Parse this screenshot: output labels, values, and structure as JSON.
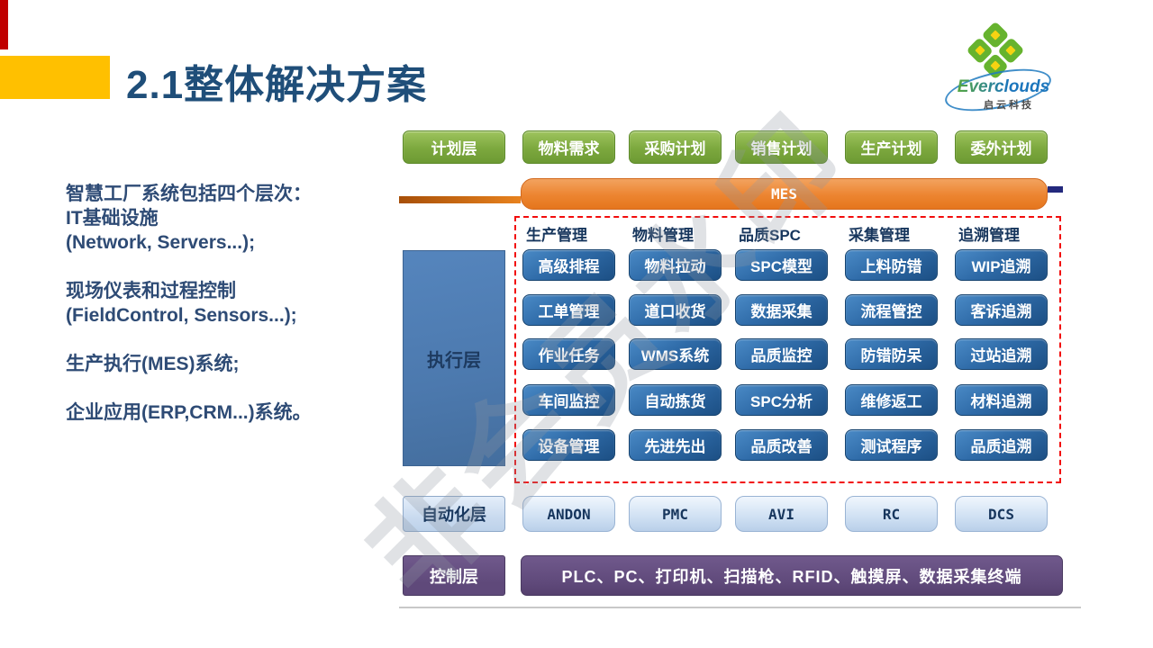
{
  "title": "2.1整体解决方案",
  "logo": {
    "brand": "Everclouds",
    "subtitle": "启云科技"
  },
  "intro": {
    "lines": [
      "智慧工厂系统包括四个层次：",
      "IT基础设施",
      "(Network, Servers...);",
      "",
      "现场仪表和过程控制",
      "(FieldControl, Sensors...);",
      "",
      "生产执行(MES)系统;",
      "",
      "企业应用(ERP,CRM...)系统。"
    ]
  },
  "diagram": {
    "plan_layer_label": "计划层",
    "plan_items": [
      "物料需求",
      "采购计划",
      "销售计划",
      "生产计划",
      "委外计划"
    ],
    "mes_label": "MES",
    "execution_layer_label": "执行层",
    "module_columns": [
      {
        "header": "生产管理",
        "items": [
          "高级排程",
          "工单管理",
          "作业任务",
          "车间监控",
          "设备管理"
        ]
      },
      {
        "header": "物料管理",
        "items": [
          "物料拉动",
          "道口收货",
          "WMS系统",
          "自动拣货",
          "先进先出"
        ]
      },
      {
        "header": "品质SPC",
        "items": [
          "SPC模型",
          "数据采集",
          "品质监控",
          "SPC分析",
          "品质改善"
        ]
      },
      {
        "header": "采集管理",
        "items": [
          "上料防错",
          "流程管控",
          "防错防呆",
          "维修返工",
          "测试程序"
        ]
      },
      {
        "header": "追溯管理",
        "items": [
          "WIP追溯",
          "客诉追溯",
          "过站追溯",
          "材料追溯",
          "品质追溯"
        ]
      }
    ],
    "automation_layer_label": "自动化层",
    "automation_items": [
      "ANDON",
      "PMC",
      "AVI",
      "RC",
      "DCS"
    ],
    "control_layer_label": "控制层",
    "control_bar_text": "PLC、PC、打印机、扫描枪、RFID、触摸屏、数据采集终端"
  },
  "watermark": "非会员水印",
  "colors": {
    "title_navy": "#1F4E79",
    "accent_yellow": "#FFC000",
    "accent_red": "#C00000",
    "plan_green": "#7CA83E",
    "mes_orange": "#EC8430",
    "module_blue": "#2F6BA8",
    "execution_blue": "#4C79AE",
    "automation_light_blue": "#CFE0F3",
    "control_purple": "#5F497A",
    "frame_red_dashed": "#F20D0D"
  }
}
